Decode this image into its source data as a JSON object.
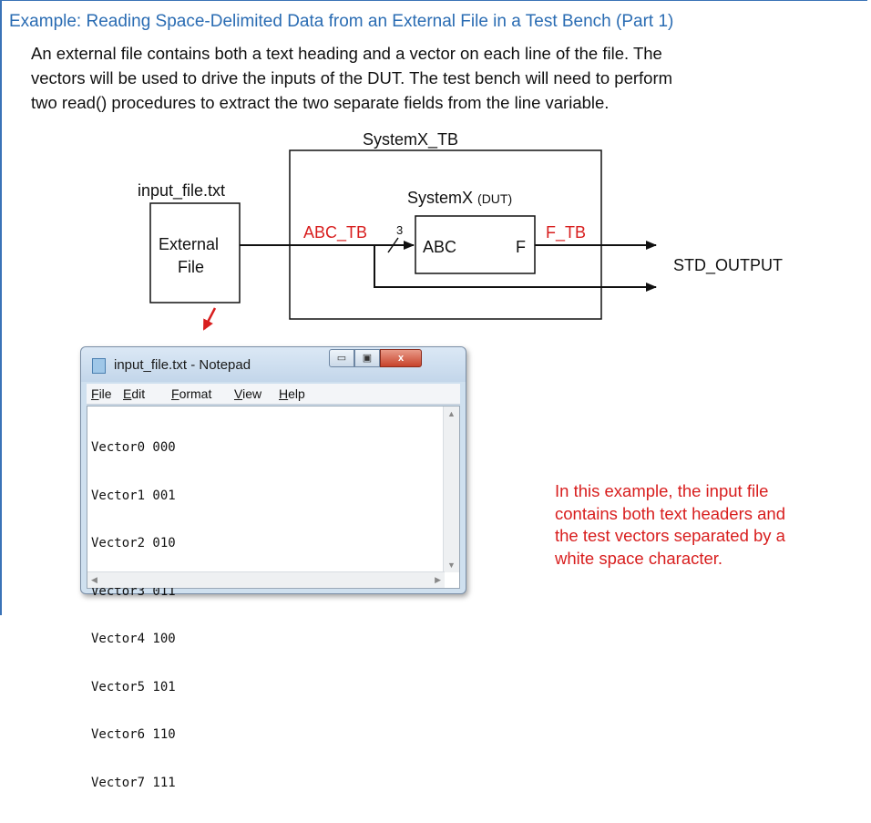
{
  "title": "Example: Reading Space-Delimited Data from an External File in a Test Bench (Part 1)",
  "intro": {
    "line1": "An external file contains both a text heading and a vector on each line of the file.  The",
    "line2": "vectors will be used to drive the inputs of the DUT.  The test bench will need to perform",
    "line3": "two read() procedures to extract the two separate fields from the line variable."
  },
  "diagram": {
    "tb_label": "SystemX_TB",
    "file_label": "input_file.txt",
    "file_box_line1": "External",
    "file_box_line2": "File",
    "dut_name": "SystemX",
    "dut_tag": "(DUT)",
    "signal_in": "ABC_TB",
    "bus_width": "3",
    "port_in": "ABC",
    "port_out": "F",
    "signal_out": "F_TB",
    "output_label": "STD_OUTPUT",
    "colors": {
      "signal": "#d81e1e",
      "accent": "#2a6cb3"
    }
  },
  "notepad": {
    "title": "input_file.txt - Notepad",
    "buttons": {
      "minimize": "▭",
      "maximize": "▣",
      "close": "x"
    },
    "menu": [
      "File",
      "Edit",
      "Format",
      "View",
      "Help"
    ],
    "lines": [
      "Vector0 000",
      "Vector1 001",
      "Vector2 010",
      "Vector3 011",
      "Vector4 100",
      "Vector5 101",
      "Vector6 110",
      "Vector7 111"
    ]
  },
  "note": {
    "line1": "In this example, the input file",
    "line2": "contains both text headers and",
    "line3": "the test vectors separated by a",
    "line4": "white space character."
  }
}
